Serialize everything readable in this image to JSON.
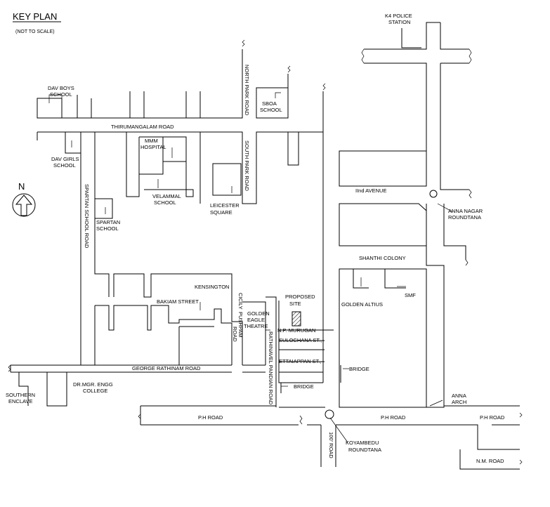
{
  "title": "KEY PLAN",
  "subtitle": "(NOT TO SCALE)",
  "north_label": "N",
  "labels": {
    "k4_police": [
      "K4 POLICE",
      "STATION"
    ],
    "north_park_road": "NORTH PARK ROAD",
    "south_park_road": "SOUTH PARK ROAD",
    "dav_boys": [
      "DAV BOYS",
      "SCHOOL"
    ],
    "sboa": [
      "SBOA",
      "SCHOOL"
    ],
    "thirumangalam_road": "THIRUMANGALAM ROAD",
    "dav_girls": [
      "DAV GIRLS",
      "SCHOOL"
    ],
    "mmm_hospital": [
      "MMM",
      "HOSPITAL"
    ],
    "velammal": [
      "VELAMMAL",
      "SCHOOL"
    ],
    "leicester": [
      "LEICESTER",
      "SQUARE"
    ],
    "ii_avenue": "IInd AVENUE",
    "anna_nagar_roundtana": [
      "ANNA NAGAR",
      "ROUNDTANA"
    ],
    "spartan_school": [
      "SPARTAN",
      "SCHOOL"
    ],
    "spartan_school_road": "SPARTAN SCHOOL ROAD",
    "shanthi_colony": "SHANTHI COLONY",
    "kensington": "KENSINGTON",
    "proposed_site": [
      "PROPOSED",
      "SITE"
    ],
    "cicily_pushpam_road": [
      "CICILY",
      "PUSHPAM",
      "ROAD"
    ],
    "golden_eagle": [
      "GOLDEN",
      "EAGLE",
      "THEATRE"
    ],
    "bakiam_street": "BAKIAM STREET",
    "golden_altius": "GOLDEN ALTIUS",
    "smf": "SMF",
    "np_murugan": "N.P. MURUGAN",
    "sulochana": "SULOCHANA ST.,",
    "ettaiappan": "ETTAIAPPAN ST.,",
    "rathinavel_pandian_road": "RATHINAVEL PANDIAN ROAD",
    "george_rathinam_road": "GEORGE RATHINAM ROAD",
    "bridge_1": "BRIDGE",
    "bridge_2": "BRIDGE",
    "drmgr": [
      "DR.MGR. ENGG",
      "COLLEGE"
    ],
    "southern_enclave": [
      "SOUTHERN",
      "ENCLAVE"
    ],
    "anna_arch": [
      "ANNA",
      "ARCH"
    ],
    "ph_road_1": "P.H ROAD",
    "ph_road_2": "P.H ROAD",
    "ph_road_3": "P.H ROAD",
    "koyambedu": [
      "KOYAMBEDU",
      "ROUNDTANA"
    ],
    "road_100": "100' ROAD",
    "nm_road": "N.M. ROAD"
  }
}
